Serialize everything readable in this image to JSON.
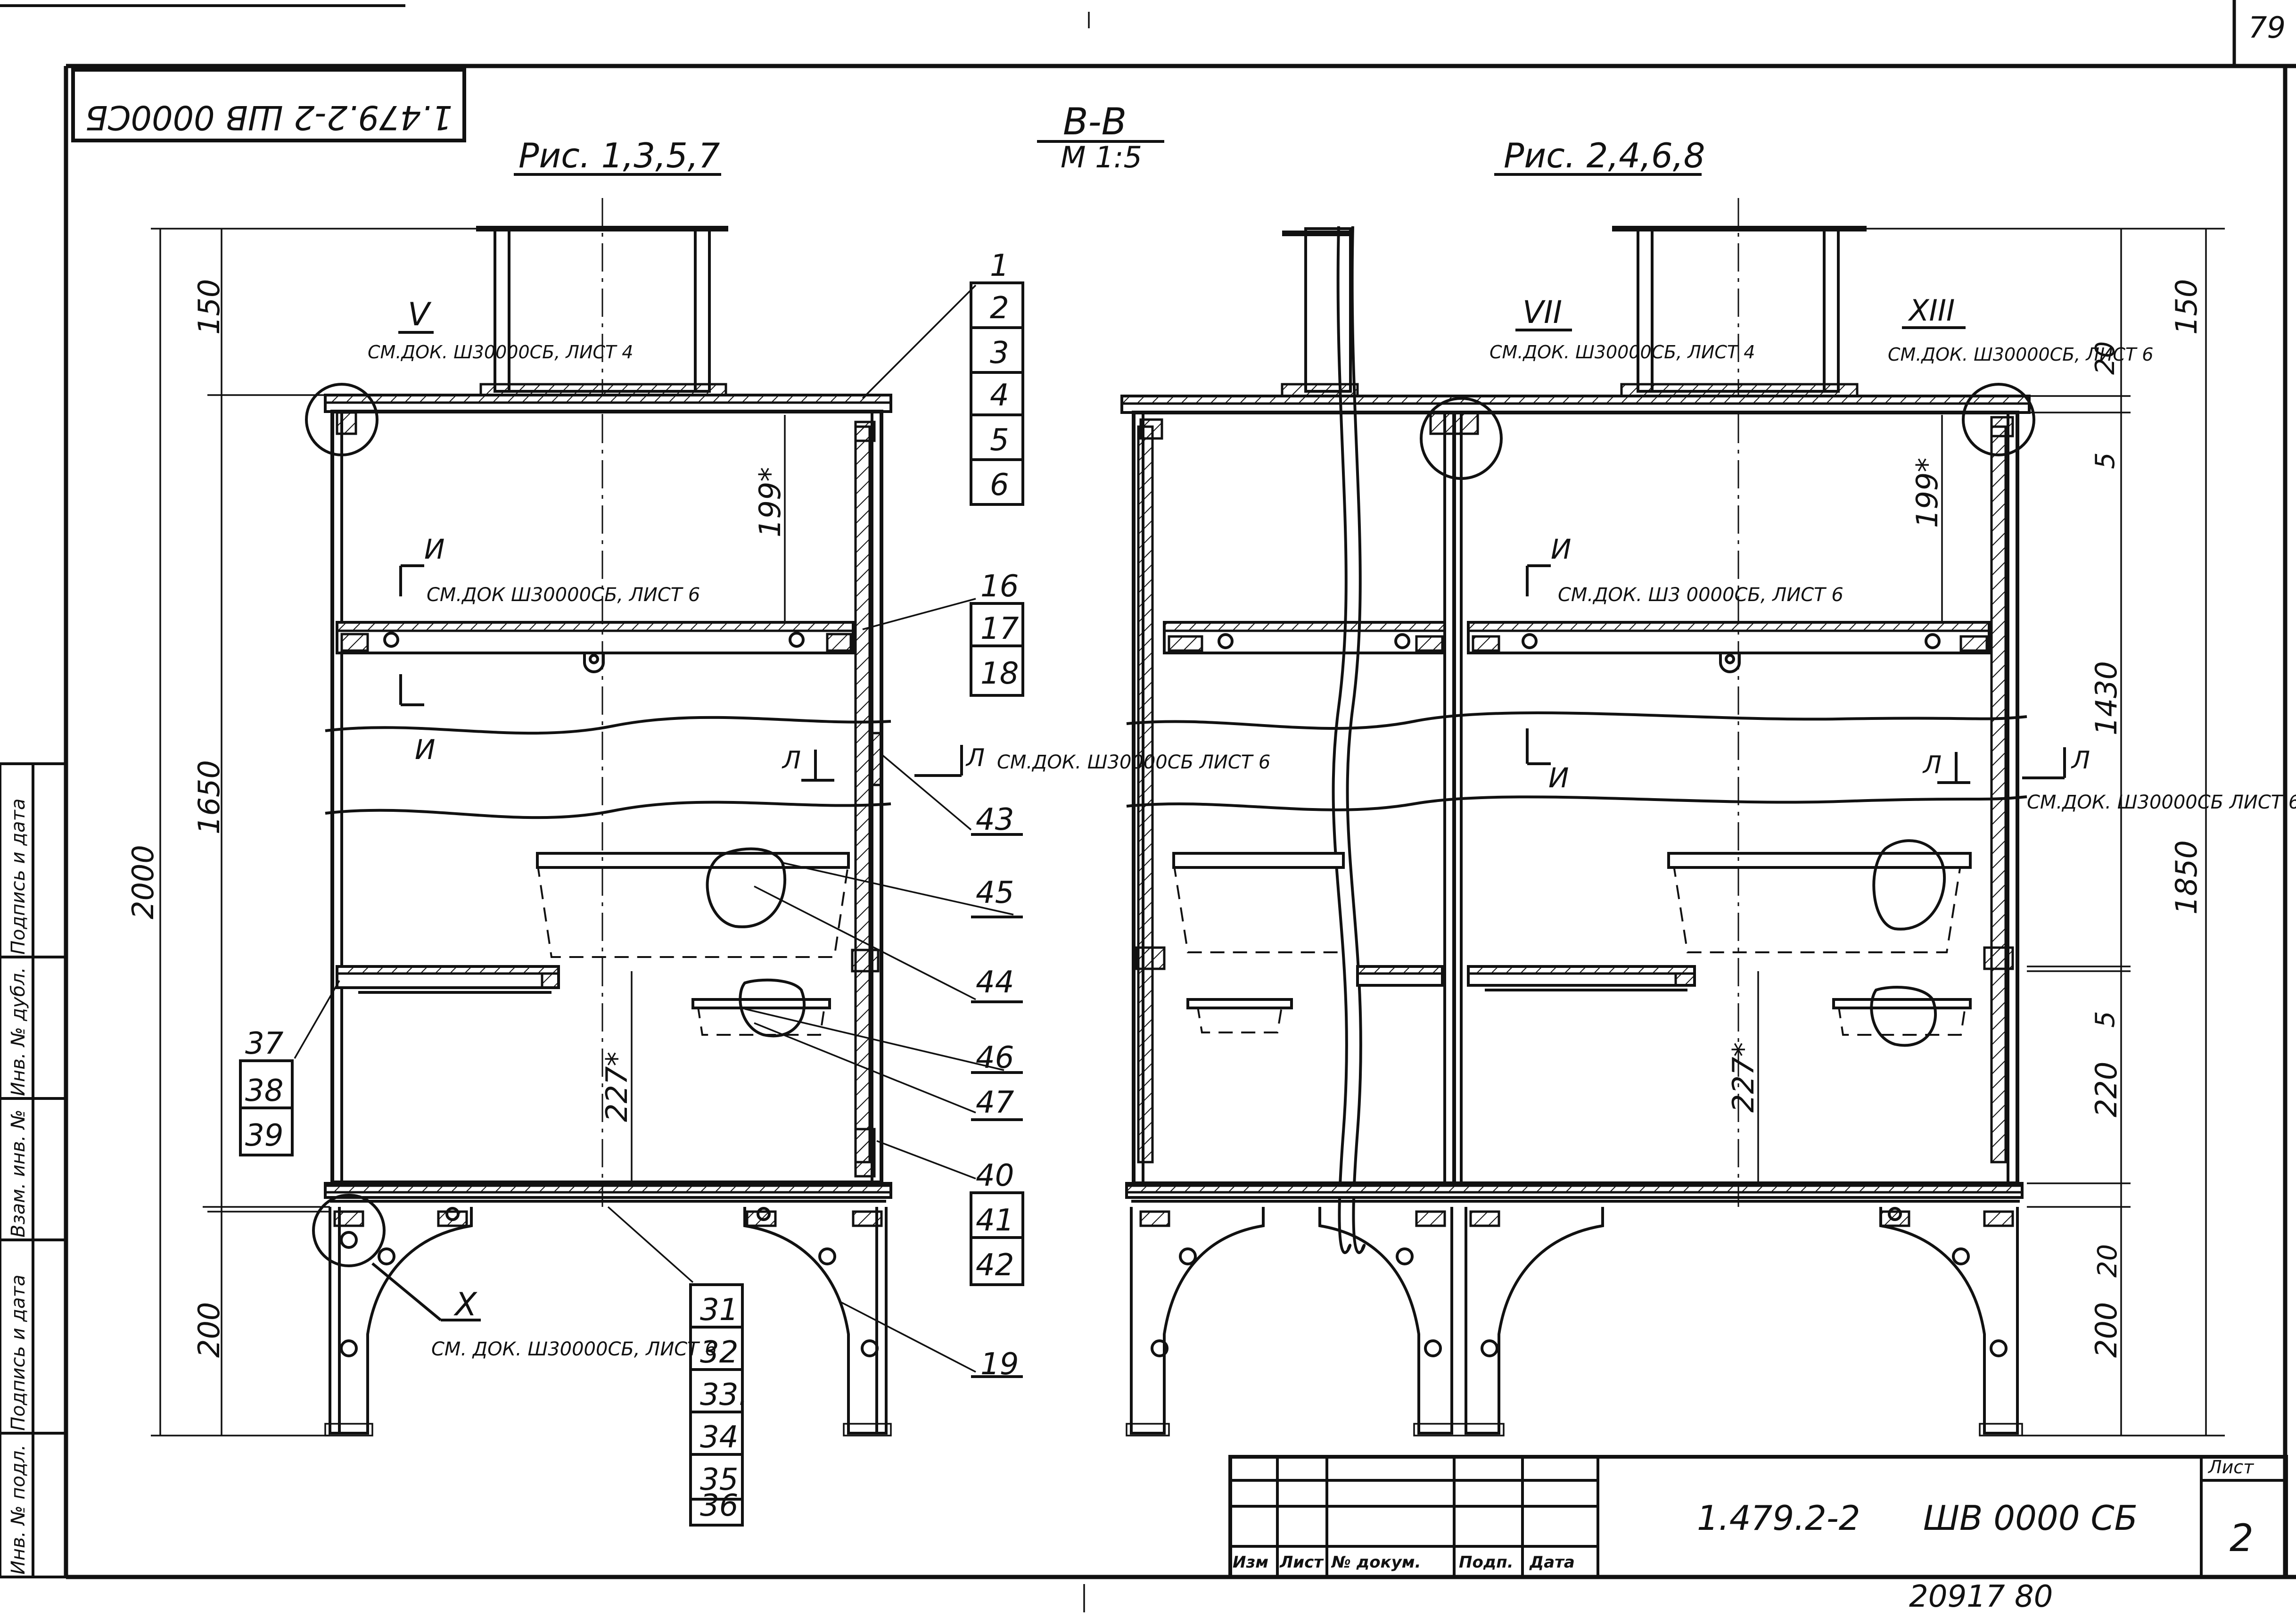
{
  "sheet": {
    "corner_page_number": "79",
    "rotated_stamp": "1.479.2-2 ШВ 0000СБ",
    "footer_number": "20917 80"
  },
  "header": {
    "section_title": "В-В",
    "scale": "М 1:5",
    "left_caption": "Рис. 1,3,5,7",
    "right_caption": "Рис. 2,4,6,8"
  },
  "dimensions": {
    "left": {
      "d150": "150",
      "d1650": "1650",
      "d2000": "2000",
      "d200": "200",
      "d199": "199*",
      "d227": "227*"
    },
    "right": {
      "d150": "150",
      "d20a": "20",
      "d5a": "5",
      "d1430": "1430",
      "d1850": "1850",
      "d5b": "5",
      "d220": "220",
      "d20b": "20",
      "d200": "200",
      "d199": "199*",
      "d227": "227*"
    }
  },
  "detail_callouts": {
    "V": {
      "roman": "V",
      "note": "СМ.ДОК. Ш30000СБ, ЛИСТ 4"
    },
    "VII": {
      "roman": "VII",
      "note": "СМ.ДОК. Ш30000СБ, ЛИСТ 4"
    },
    "XIII": {
      "roman": "XIII",
      "note": "СМ.ДОК. Ш30000СБ, ЛИСТ 6"
    },
    "X": {
      "roman": "X",
      "note": "СМ. ДОК. Ш30000СБ, ЛИСТ 6"
    }
  },
  "section_marks": {
    "I_left": {
      "letter": "И",
      "note": "СМ.ДОК Ш30000СБ, ЛИСТ 6"
    },
    "I_right": {
      "letter": "И",
      "note": "СМ.ДОК. Ш3 0000СБ, ЛИСТ 6"
    },
    "L_left": {
      "letter": "Л",
      "note": "СМ.ДОК. Ш30000СБ ЛИСТ 6"
    },
    "L_right": {
      "letter": "Л",
      "note": "СМ.ДОК. Ш30000СБ ЛИСТ 6"
    }
  },
  "callouts": {
    "group_top": [
      "1",
      "2",
      "3",
      "4",
      "5",
      "6"
    ],
    "group_shelf": [
      "16",
      "17",
      "18"
    ],
    "single_43": "43",
    "single_45": "45",
    "single_44": "44",
    "single_46": "46",
    "single_47": "47",
    "group_40": [
      "40",
      "41",
      "42"
    ],
    "group_37": [
      "37",
      "38",
      "39"
    ],
    "group_31": [
      "31",
      "32",
      "33.",
      "34",
      "35",
      "36"
    ],
    "single_19": "19"
  },
  "left_margin": {
    "labels": [
      "Подпись и дата",
      "Инв. № дубл.",
      "Взам. инв. №",
      "Подпись и дата",
      "Инв. № подл."
    ]
  },
  "title_block": {
    "headers": [
      "Изм",
      "Лист",
      "№ докум.",
      "Подп.",
      "Дата"
    ],
    "doc_code": "1.479.2-2",
    "doc_name": "ШВ 0000 СБ",
    "sheet_label": "Лист",
    "sheet_number": "2"
  }
}
